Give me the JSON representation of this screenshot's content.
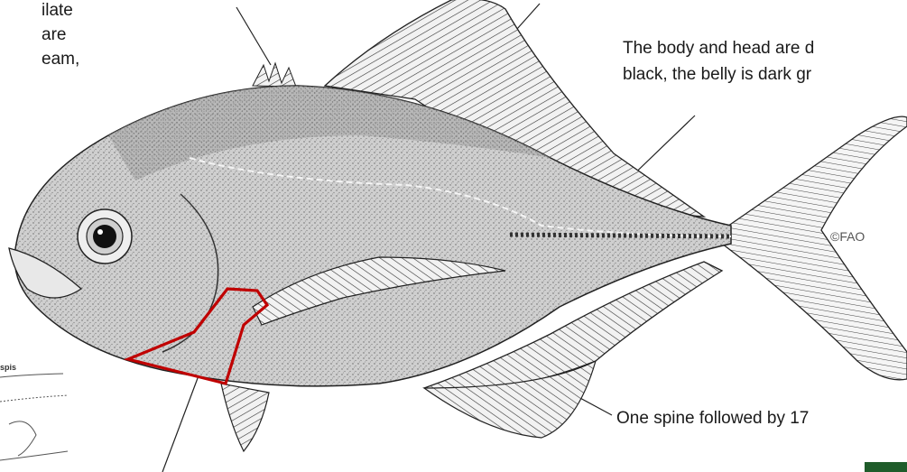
{
  "annotations": {
    "top_left_lines": [
      "ilate",
      "are",
      "eam,"
    ],
    "body_head_lines": [
      "The body and head are d",
      "black, the belly is dark gr"
    ],
    "fin_rays": "One spine followed by 17",
    "copyright": "©FAO",
    "inset_label": "spis"
  },
  "colors": {
    "highlight_outline": "#c00000",
    "line_art": "#222222",
    "body_fill": "#d8d8d8",
    "corner_accent": "#1f5c2a"
  }
}
